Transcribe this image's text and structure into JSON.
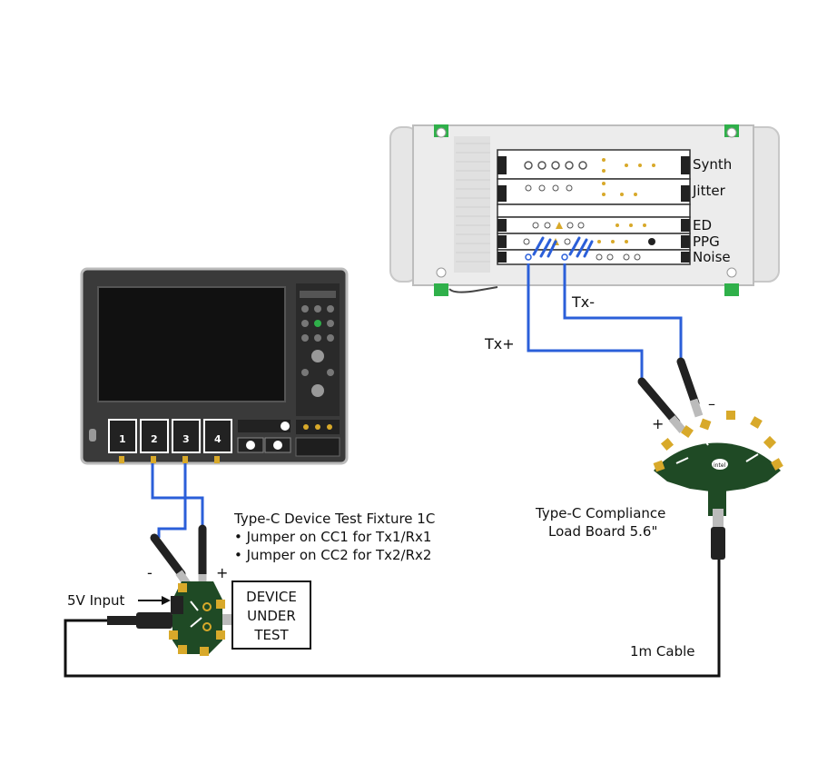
{
  "instruments": {
    "bert_modules": [
      "Synth",
      "Jitter",
      "ED",
      "PPG",
      "Noise"
    ]
  },
  "oscilloscope": {
    "channels": [
      "1",
      "2",
      "3",
      "4"
    ]
  },
  "signals": {
    "tx_plus": "Tx+",
    "tx_minus": "Tx-"
  },
  "compliance_board": {
    "line1": "Type-C Compliance",
    "line2": "Load Board 5.6\"",
    "plus": "+",
    "minus": "–",
    "logo": "intel"
  },
  "fixture": {
    "title": "Type-C Device Test Fixture 1C",
    "notes": [
      "• Jumper on CC1 for Tx1/Rx1",
      "• Jumper on CC2 for Tx2/Rx2"
    ],
    "minus": "-",
    "plus": "+"
  },
  "power": {
    "input_label": "5V Input"
  },
  "dut": {
    "lines": [
      "DEVICE",
      "UNDER",
      "TEST"
    ]
  },
  "cable": {
    "label": "1m Cable"
  },
  "colors": {
    "signal_blue": "#2b5fd9",
    "pcb_green": "#1f4a25",
    "connector_gold": "#d8a92a",
    "scope_body": "#3a3a3a"
  }
}
